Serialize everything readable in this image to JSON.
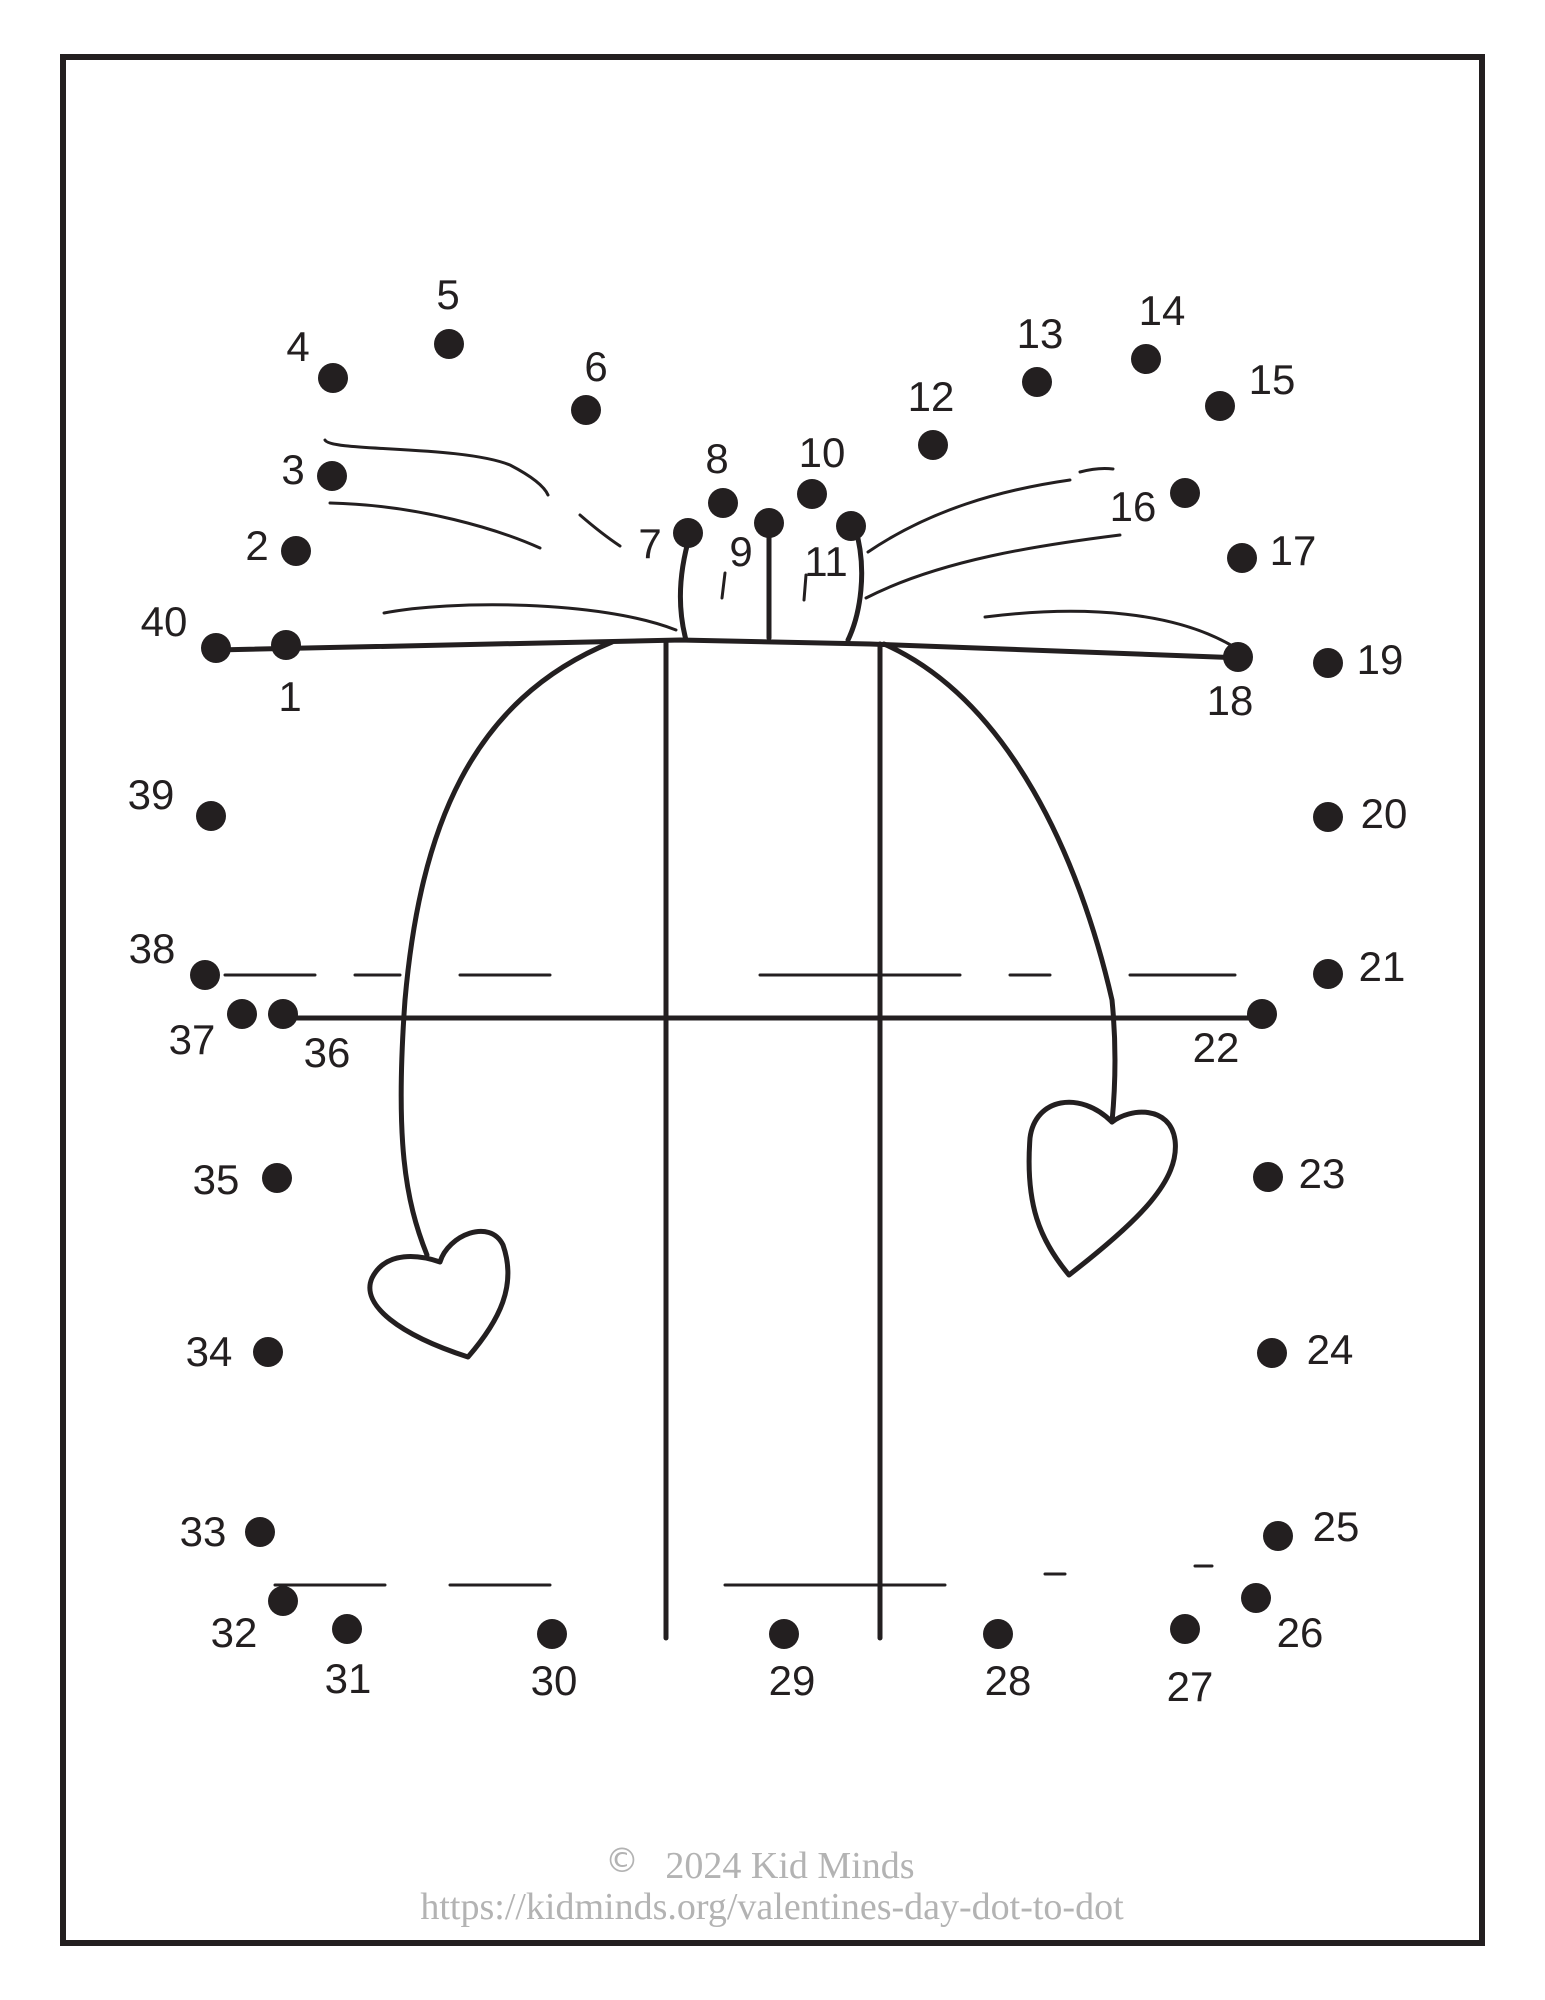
{
  "dots": [
    {
      "n": "1"
    },
    {
      "n": "2"
    },
    {
      "n": "3"
    },
    {
      "n": "4"
    },
    {
      "n": "5"
    },
    {
      "n": "6"
    },
    {
      "n": "7"
    },
    {
      "n": "8"
    },
    {
      "n": "9"
    },
    {
      "n": "10"
    },
    {
      "n": "11"
    },
    {
      "n": "12"
    },
    {
      "n": "13"
    },
    {
      "n": "14"
    },
    {
      "n": "15"
    },
    {
      "n": "16"
    },
    {
      "n": "17"
    },
    {
      "n": "18"
    },
    {
      "n": "19"
    },
    {
      "n": "20"
    },
    {
      "n": "21"
    },
    {
      "n": "22"
    },
    {
      "n": "23"
    },
    {
      "n": "24"
    },
    {
      "n": "25"
    },
    {
      "n": "26"
    },
    {
      "n": "27"
    },
    {
      "n": "28"
    },
    {
      "n": "29"
    },
    {
      "n": "30"
    },
    {
      "n": "31"
    },
    {
      "n": "32"
    },
    {
      "n": "33"
    },
    {
      "n": "34"
    },
    {
      "n": "35"
    },
    {
      "n": "36"
    },
    {
      "n": "37"
    },
    {
      "n": "38"
    },
    {
      "n": "39"
    },
    {
      "n": "40"
    }
  ],
  "footer": {
    "copyright_symbol": "©",
    "copyright": "2024 Kid Minds",
    "url": "https://kidminds.org/valentines-day-dot-to-dot"
  },
  "colors": {
    "ink": "#231f20",
    "footer_text": "#b3b3b3"
  }
}
